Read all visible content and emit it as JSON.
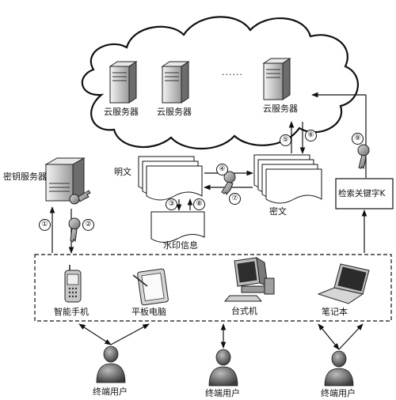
{
  "labels": {
    "cloud_server_1": "云服务器",
    "cloud_server_2": "云服务器",
    "cloud_server_3": "云服务器",
    "ellipsis": "......",
    "key_server": "密钥服务器",
    "plaintext": "明文",
    "ciphertext": "密文",
    "watermark_info": "水印信息",
    "search_keyword": "检索关键字K",
    "smartphone": "智能手机",
    "tablet": "平板电脑",
    "desktop": "台式机",
    "laptop": "笔记本",
    "end_user_1": "终端用户",
    "end_user_2": "终端用户",
    "end_user_3": "终端用户"
  },
  "steps": [
    "①",
    "②",
    "③",
    "④",
    "⑤",
    "⑥",
    "⑦",
    "⑧",
    "⑨"
  ]
}
